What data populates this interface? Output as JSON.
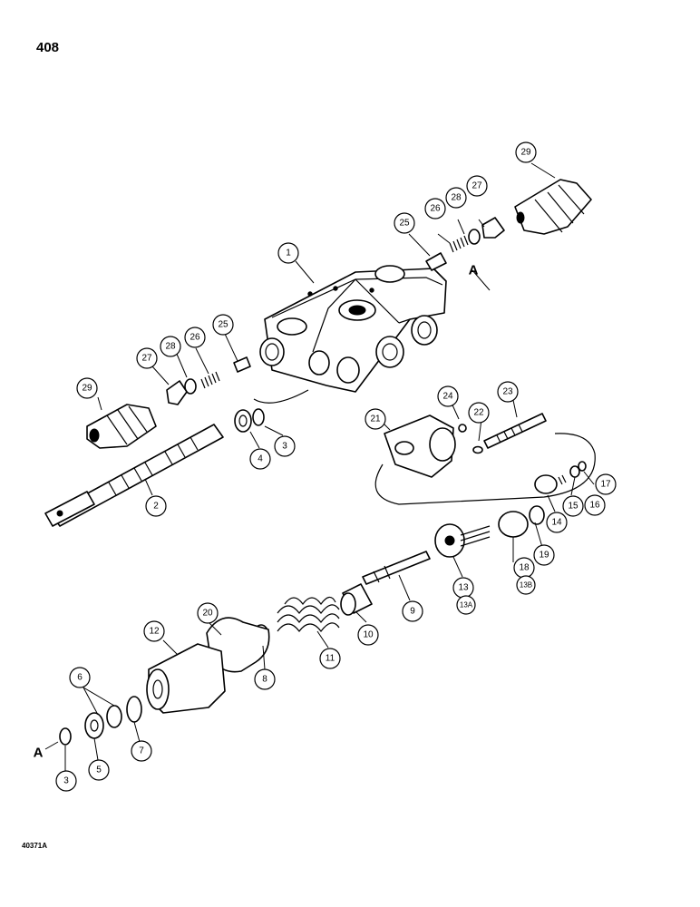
{
  "page_number": "408",
  "drawing_code": "40371A",
  "reference_letter": "A",
  "callouts": [
    {
      "id": "c1",
      "label": "1"
    },
    {
      "id": "c2",
      "label": "2"
    },
    {
      "id": "c3a",
      "label": "3"
    },
    {
      "id": "c3b",
      "label": "3"
    },
    {
      "id": "c4",
      "label": "4"
    },
    {
      "id": "c5",
      "label": "5"
    },
    {
      "id": "c6",
      "label": "6"
    },
    {
      "id": "c7",
      "label": "7"
    },
    {
      "id": "c8",
      "label": "8"
    },
    {
      "id": "c9",
      "label": "9"
    },
    {
      "id": "c10",
      "label": "10"
    },
    {
      "id": "c11",
      "label": "11"
    },
    {
      "id": "c12",
      "label": "12"
    },
    {
      "id": "c13",
      "label": "13"
    },
    {
      "id": "c13a",
      "label": "13A"
    },
    {
      "id": "c14",
      "label": "14"
    },
    {
      "id": "c15",
      "label": "15"
    },
    {
      "id": "c16",
      "label": "16"
    },
    {
      "id": "c17",
      "label": "17"
    },
    {
      "id": "c18",
      "label": "18"
    },
    {
      "id": "c13b",
      "label": "13B"
    },
    {
      "id": "c19",
      "label": "19"
    },
    {
      "id": "c20",
      "label": "20"
    },
    {
      "id": "c21",
      "label": "21"
    },
    {
      "id": "c22",
      "label": "22"
    },
    {
      "id": "c23",
      "label": "23"
    },
    {
      "id": "c24",
      "label": "24"
    },
    {
      "id": "c25a",
      "label": "25"
    },
    {
      "id": "c25b",
      "label": "25"
    },
    {
      "id": "c26a",
      "label": "26"
    },
    {
      "id": "c26b",
      "label": "26"
    },
    {
      "id": "c27a",
      "label": "27"
    },
    {
      "id": "c27b",
      "label": "27"
    },
    {
      "id": "c28a",
      "label": "28"
    },
    {
      "id": "c28b",
      "label": "28"
    },
    {
      "id": "c29a",
      "label": "29"
    },
    {
      "id": "c29b",
      "label": "29"
    }
  ]
}
